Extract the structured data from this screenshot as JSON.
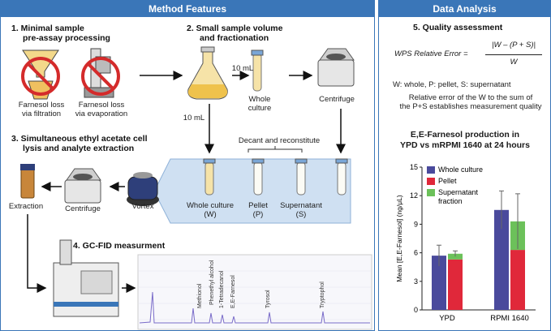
{
  "headers": {
    "method": "Method Features",
    "analysis": "Data Analysis"
  },
  "steps": {
    "s1": [
      "1.  Minimal sample",
      "pre-assay processing"
    ],
    "s2": [
      "2.  Small sample volume",
      "and fractionation"
    ],
    "s3": [
      "3.  Simultaneous ethyl acetate cell",
      "lysis and analyte extraction"
    ],
    "s4": "4.  GC-FID measurment",
    "s5": "5.  Quality assessment"
  },
  "labels": {
    "loss_filtration": [
      "Farnesol loss",
      "via filtration"
    ],
    "loss_evaporation": [
      "Farnesol loss",
      "via evaporation"
    ],
    "vol_10ml_a": "10 mL",
    "vol_10ml_b": "10 mL",
    "whole_culture": "Whole culture",
    "centrifuge_a": "Centrifuge",
    "decant": "Decant and reconstitute",
    "frac_whole": [
      "Whole culture",
      "(W)"
    ],
    "frac_pellet": [
      "Pellet",
      "(P)"
    ],
    "frac_super": [
      "Supernatant",
      "(S)"
    ],
    "extraction": "Extraction",
    "centrifuge_b": "Centrifuge",
    "vortex": "Vortex"
  },
  "chromatogram_peaks": [
    "Methionol",
    "Phenethyl alcohol",
    "1-Tetradecanol",
    "E,E-Farnesol",
    "Tyrosol",
    "Tryptophol"
  ],
  "formula": {
    "lhs": "WPS Relative Error =",
    "numerator": "|W – (P + S)|",
    "denominator": "W"
  },
  "legend_text": "W: whole, P: pellet, S: supernatant",
  "qa_text": [
    "Relative error of the W to the sum of",
    "the P+S establishes measurement quality"
  ],
  "colors": {
    "blue_header": "#3a76b8",
    "whole": "#4a4a9c",
    "pellet": "#e0283a",
    "super": "#6cc15a",
    "decant_bg": "#cfe0f2"
  },
  "chart_data": {
    "type": "bar",
    "title": [
      "E,E-Farnesol production in",
      "YPD vs mRPMI 1640 at 24 hours"
    ],
    "ylabel": "Mean [E,E-Farnesol] (ng/μL)",
    "ylim": [
      0,
      15
    ],
    "yticks": [
      "0",
      "3",
      "6",
      "9",
      "12",
      "15"
    ],
    "categories": [
      "YPD",
      "RPMI 1640"
    ],
    "series": [
      {
        "name": "Whole culture",
        "values": [
          5.7,
          10.5
        ],
        "errors": [
          1.1,
          2.0
        ]
      },
      {
        "name": "Pellet",
        "values": [
          5.3,
          6.3
        ],
        "errors": [
          0.0,
          0.0
        ]
      },
      {
        "name": "Supernatant fraction",
        "values": [
          0.6,
          3.0
        ],
        "errors": [
          0.3,
          2.9
        ]
      }
    ],
    "stacked_series": [
      "Pellet",
      "Supernatant fraction"
    ],
    "legend": [
      "Whole culture",
      "Pellet",
      "Supernatant",
      "fraction"
    ]
  }
}
